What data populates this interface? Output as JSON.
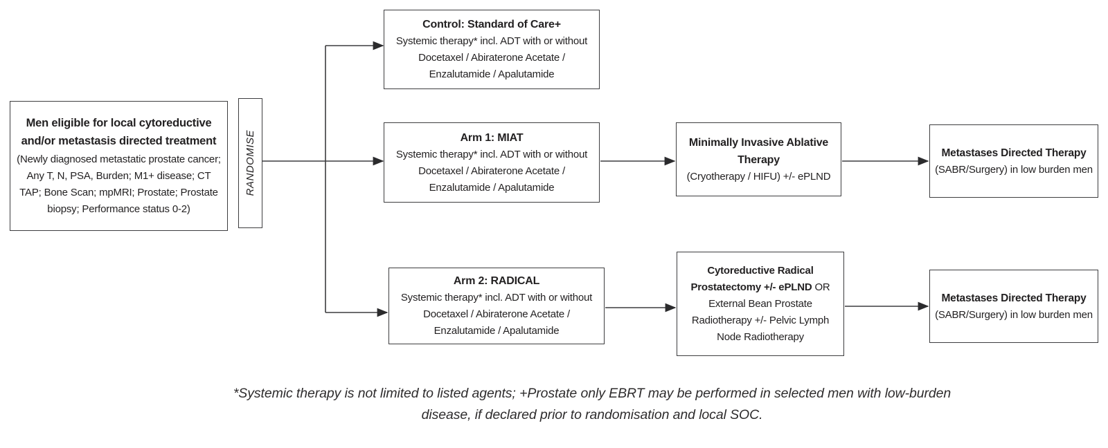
{
  "colors": {
    "background": "#ffffff",
    "text": "#232122",
    "border": "#3c3c3e",
    "arrow": "#2b2b2d"
  },
  "nodes": {
    "eligibility": {
      "title": "Men eligible for local cytoreductive and/or metastasis directed treatment",
      "body": "(Newly diagnosed metastatic prostate cancer; Any T, N, PSA, Burden; M1+ disease; CT TAP; Bone Scan; mpMRI; Prostate; Prostate biopsy; Performance status 0-2)"
    },
    "randomise": {
      "label": "RANDOMISE"
    },
    "control": {
      "title": "Control: Standard of Care+",
      "body": "Systemic therapy* incl. ADT with or without Docetaxel / Abiraterone Acetate / Enzalutamide / Apalutamide"
    },
    "arm1": {
      "title": "Arm 1: MIAT",
      "body": "Systemic therapy* incl. ADT with or without Docetaxel / Abiraterone Acetate / Enzalutamide / Apalutamide"
    },
    "arm2": {
      "title": "Arm 2: RADICAL",
      "body": "Systemic therapy* incl. ADT with or without Docetaxel / Abiraterone Acetate / Enzalutamide / Apalutamide"
    },
    "miat": {
      "title": "Minimally Invasive Ablative Therapy",
      "body": "(Cryotherapy / HIFU) +/- ePLND"
    },
    "radical": {
      "title_bold": "Cytoreductive Radical Prostatectomy +/- ePLND",
      "title_rest": " OR External Bean Prostate Radiotherapy +/- Pelvic Lymph Node Radiotherapy"
    },
    "mdt_top": {
      "title": "Metastases Directed Therapy",
      "body": "(SABR/Surgery) in low burden men"
    },
    "mdt_bottom": {
      "title": "Metastases Directed Therapy",
      "body": "(SABR/Surgery) in low burden men"
    }
  },
  "footnote": {
    "line1": "*Systemic therapy is not limited to listed agents; +Prostate only EBRT may be performed in selected men with low-burden",
    "line2": "disease, if declared prior to randomisation and local SOC."
  }
}
